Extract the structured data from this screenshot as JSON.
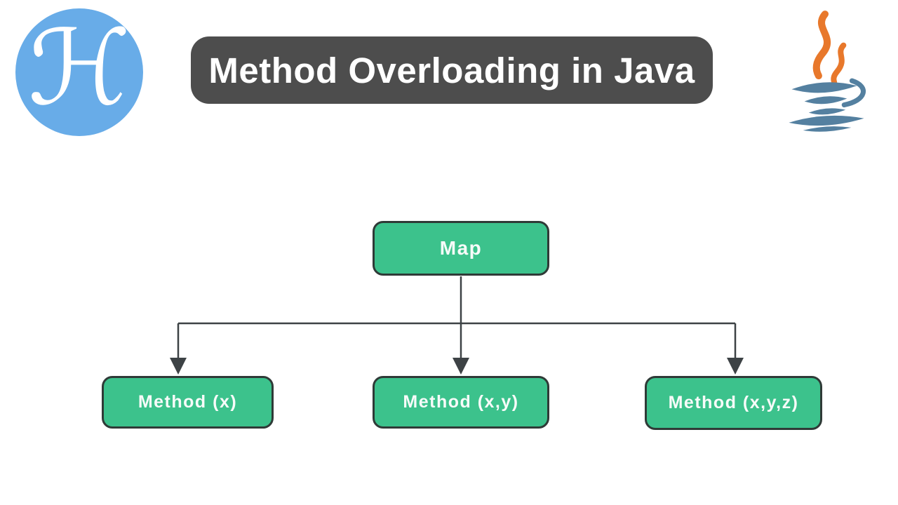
{
  "colors": {
    "background": "#ffffff",
    "logo_circle": "#68ace8",
    "banner_bg": "#4d4d4d",
    "banner_text": "#ffffff",
    "java_orange": "#e8782b",
    "java_blue": "#5480a0",
    "node_fill": "#3cc28c",
    "node_border": "#2f3a37",
    "connector": "#3d4245"
  },
  "header": {
    "brand_logo": {
      "letter": "ℋ",
      "icon": "script-h-monogram"
    },
    "title": "Method Overloading in Java",
    "java_logo_icon": "java-coffee-cup"
  },
  "diagram": {
    "type": "flowchart",
    "root": {
      "label": "Map"
    },
    "children": [
      {
        "label": "Method (x)"
      },
      {
        "label": "Method (x,y)"
      },
      {
        "label": "Method (x,y,z)"
      }
    ]
  }
}
